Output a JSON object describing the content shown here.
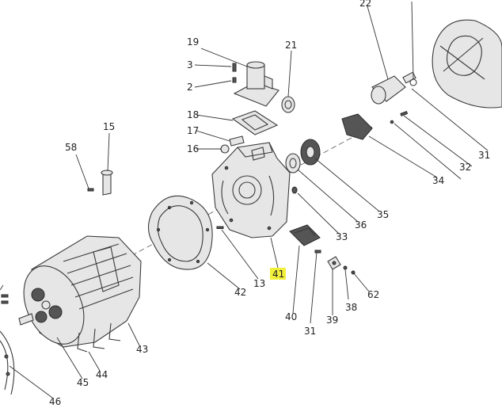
{
  "callouts": {
    "c19": "19",
    "c3": "3",
    "c2": "2",
    "c21": "21",
    "c18": "18",
    "c17": "17",
    "c16": "16",
    "c15": "15",
    "c58": "58",
    "c22": "22",
    "c31a": "31",
    "c32": "32",
    "c34": "34",
    "c35": "35",
    "c36": "36",
    "c33": "33",
    "c41": "41",
    "c13": "13",
    "c42": "42",
    "c40": "40",
    "c31b": "31",
    "c39": "39",
    "c38": "38",
    "c62": "62",
    "c43": "43",
    "c44": "44",
    "c45": "45",
    "c46": "46"
  },
  "highlight": {
    "part": "41",
    "color": "#f2ef3a"
  }
}
